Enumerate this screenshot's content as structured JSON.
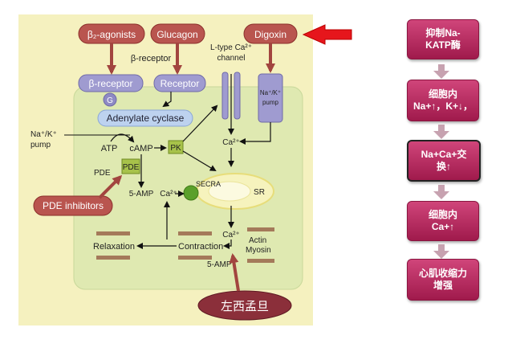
{
  "diagram": {
    "b2_agonists": "β₂-agonists",
    "glucagon": "Glucagon",
    "digoxin": "Digoxin",
    "beta_receptor_top": "β-receptor",
    "beta_receptor_box": "β-receptor",
    "receptor_box": "Receptor",
    "g_label": "G",
    "adenylate": "Adenylate cyclase",
    "ltype_1": "L-type Ca²⁺",
    "ltype_2": "channel",
    "nak_pump_left_1": "Na⁺/K⁺",
    "nak_pump_left_2": "pump",
    "nak_pump_right_1": "Na⁺/K⁺",
    "nak_pump_right_2": "pump",
    "atp": "ATP",
    "camp": "cAMP",
    "pk": "PK",
    "ca_top": "Ca²⁺",
    "pde_label": "PDE",
    "pde_box": "PDE",
    "amp5_left": "5-AMP",
    "ca_serca": "Ca²⁺",
    "serca": "SECRA",
    "sr": "SR",
    "pde_inhibitors": "PDE inhibitors",
    "ca_contract": "Ca²⁺",
    "relaxation": "Relaxation",
    "contraction": "Contraction",
    "actin": "Actin",
    "myosin": "Myosin",
    "amp5_bottom": "5-AMP",
    "levosimendan": "左西孟旦"
  },
  "flow": {
    "steps": [
      "抑制Na-\nKATP酶",
      "细胞内\nNa+↑，K+↓，",
      "Na+Ca+交\n换↑",
      "细胞内\nCa+↑",
      "心肌收缩力\n增强"
    ]
  },
  "colors": {
    "outer_bg": "#f5f1bf",
    "cell_bg": "#dfe9b1",
    "drug_box": "#b9554f",
    "receptor": "#9f9bd0",
    "adenylate": "#bdd2ef",
    "pk_pde": "#a7c24a",
    "sr": "#f6f3bd",
    "pointer": "#e6161c",
    "flow_box": "#c0306a",
    "flow_arrow": "#c7a2b0"
  }
}
